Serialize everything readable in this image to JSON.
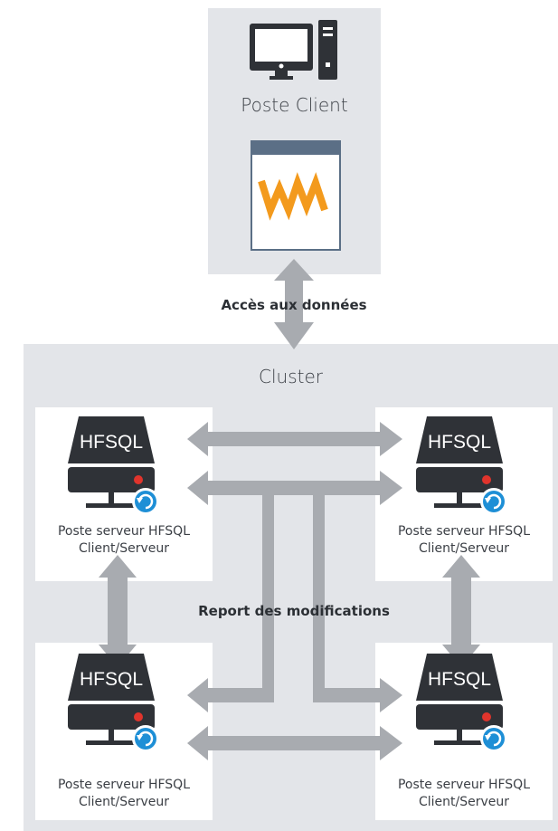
{
  "client": {
    "title": "Poste Client",
    "app_logo_text": "WM"
  },
  "link": {
    "label": "Accès aux données"
  },
  "cluster": {
    "title": "Cluster",
    "sync_label": "Report des modifications",
    "servers": [
      {
        "badge": "HFSQL",
        "line1": "Poste serveur HFSQL",
        "line2": "Client/Serveur"
      },
      {
        "badge": "HFSQL",
        "line1": "Poste serveur HFSQL",
        "line2": "Client/Serveur"
      },
      {
        "badge": "HFSQL",
        "line1": "Poste serveur HFSQL",
        "line2": "Client/Serveur"
      },
      {
        "badge": "HFSQL",
        "line1": "Poste serveur HFSQL",
        "line2": "Client/Serveur"
      }
    ]
  },
  "colors": {
    "panel": "#e3e5e9",
    "arrow": "#a8abb0",
    "server_dark": "#2f3237",
    "sync_blue": "#1e8fd6",
    "status_red": "#e0342c",
    "logo_orange": "#f39a1d",
    "window_frame": "#5b6f86"
  }
}
